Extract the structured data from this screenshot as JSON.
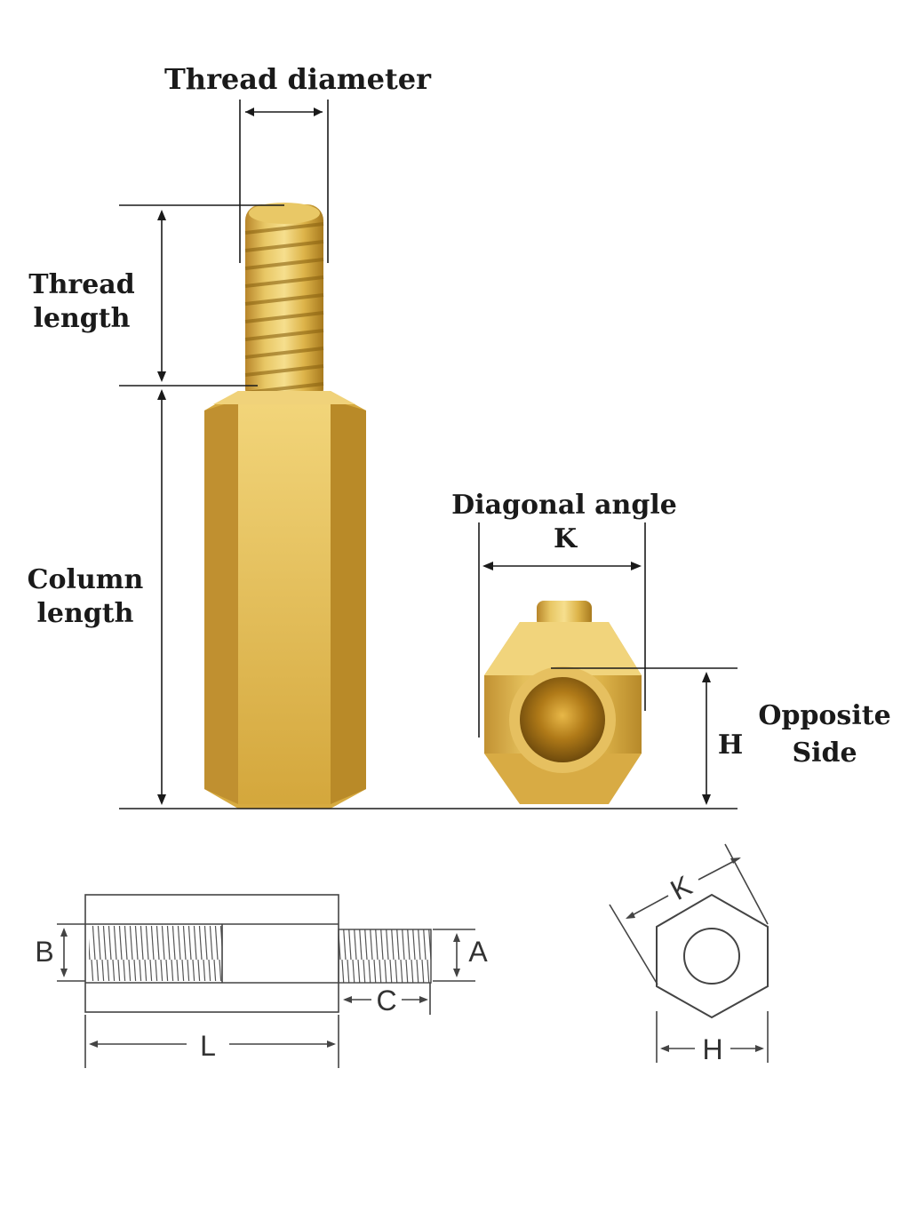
{
  "labels": {
    "thread_diameter": "Thread diameter",
    "thread_length_1": "Thread",
    "thread_length_2": "length",
    "column_length_1": "Column",
    "column_length_2": "length",
    "diagonal_angle": "Diagonal angle",
    "k_top": "K",
    "h_side": "H",
    "opposite_1": "Opposite",
    "opposite_2": "Side"
  },
  "schematic_labels": {
    "b": "B",
    "a": "A",
    "c": "C",
    "l": "L",
    "k": "K",
    "h": "H"
  },
  "colors": {
    "brass_light": "#f3d77a",
    "brass_mid": "#d9ae3a",
    "brass_dark": "#a8791c",
    "line": "#1a1a1a"
  }
}
